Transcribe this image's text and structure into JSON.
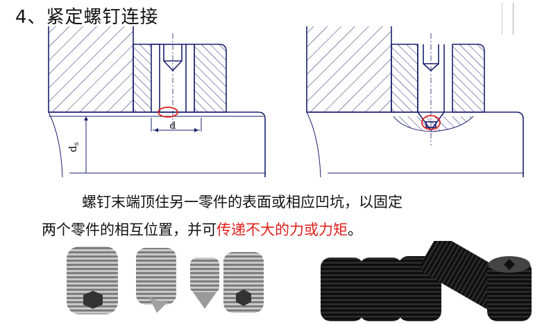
{
  "title": "4、紧定螺钉连接",
  "description": {
    "line1": "螺钉末端顶住另一零件的表面或相应凹坑，以固定",
    "line2_normal": "两个零件的相互位置，并可",
    "line2_highlight": "传递不大的力或力矩",
    "line2_end": "。"
  },
  "diagram_labels": {
    "diameter": "d",
    "shaft_diameter": "d",
    "shaft_subscript": "s"
  },
  "colors": {
    "line": "#1a1f6e",
    "highlight": "#e0201c",
    "text": "#111111"
  }
}
